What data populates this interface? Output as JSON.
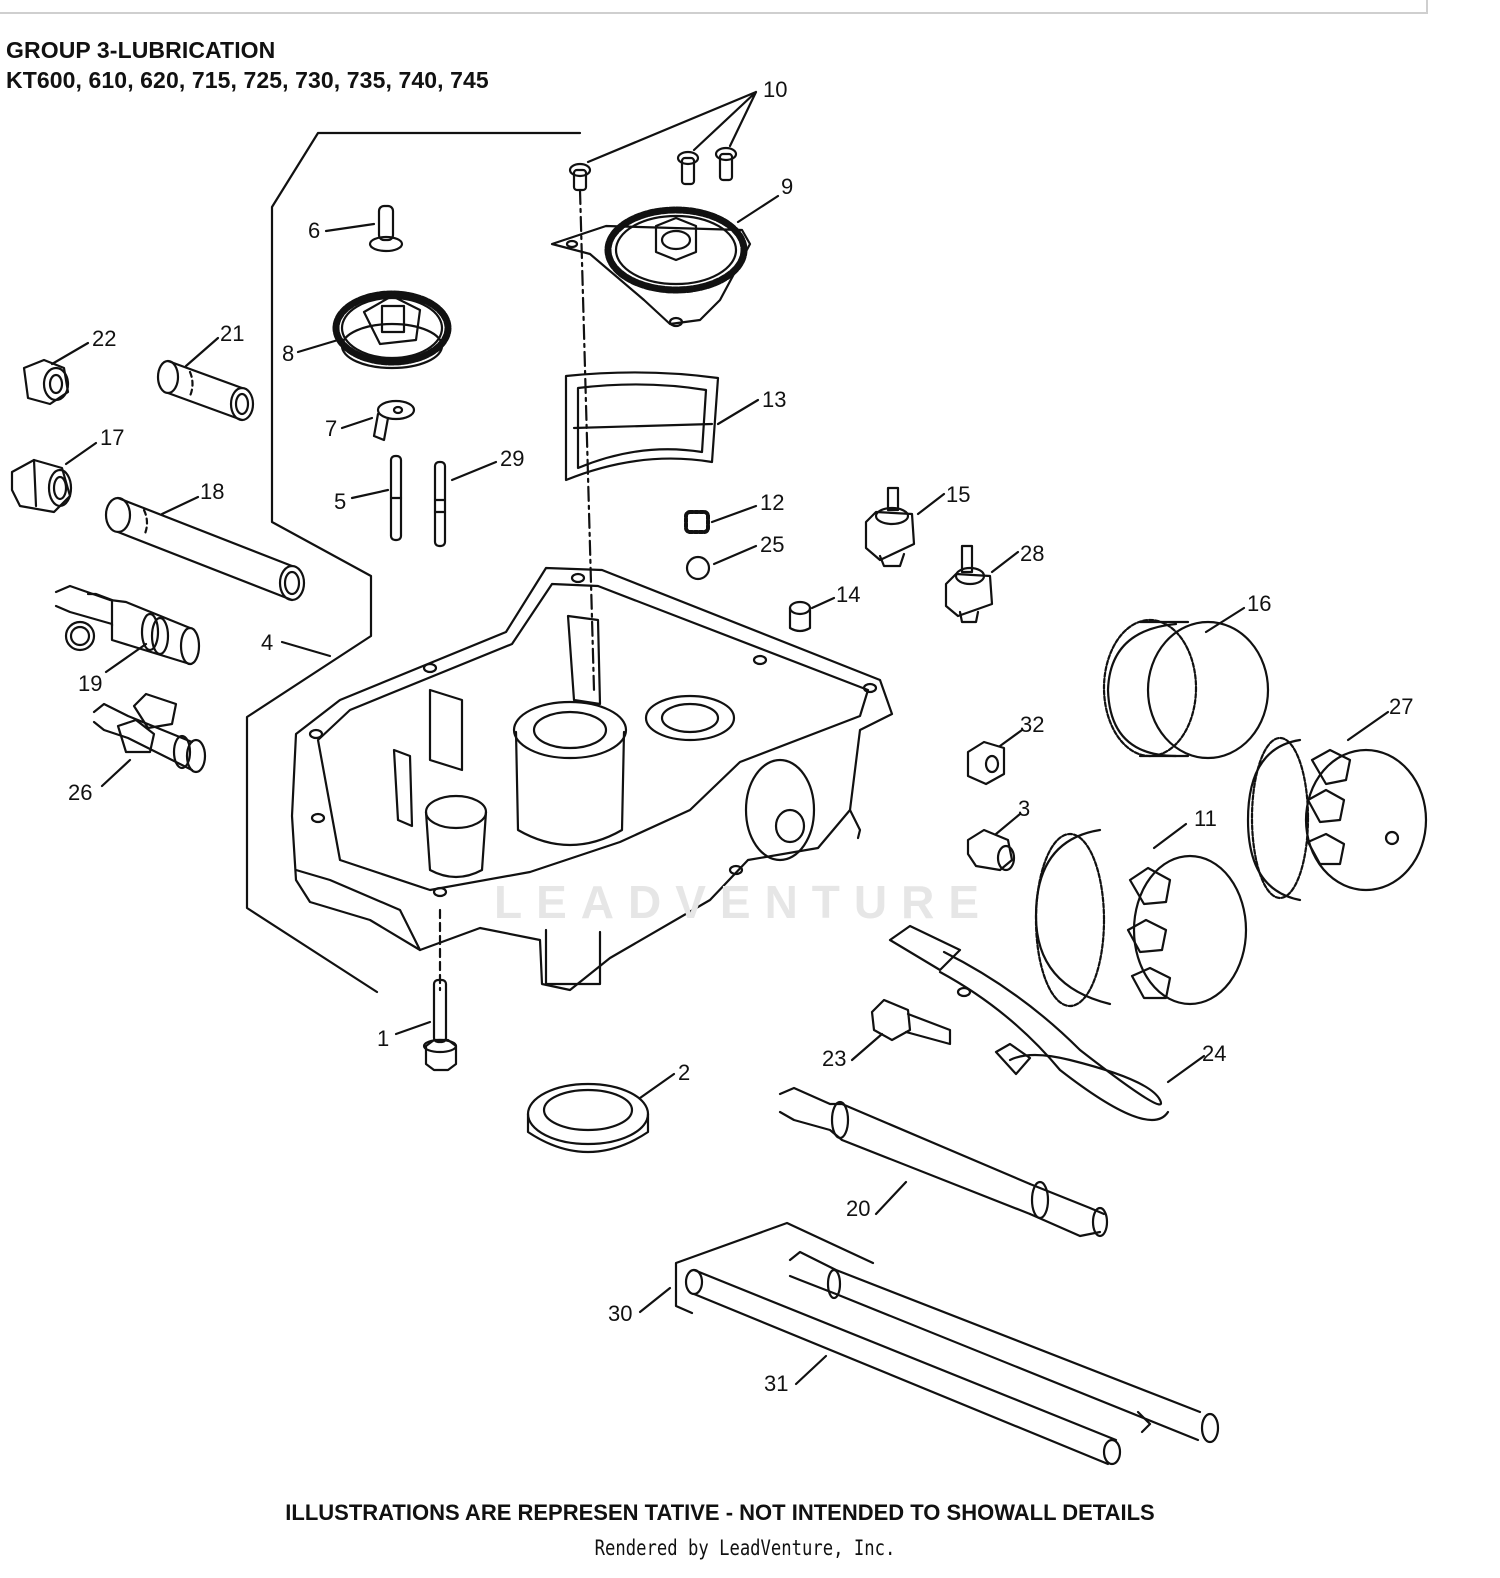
{
  "header": {
    "title": "GROUP 3-LUBRICATION",
    "models": "KT600, 610, 620, 715, 725, 730, 735, 740, 745"
  },
  "diagram": {
    "watermark": "LEADVENTURE",
    "line_color": "#111111",
    "callouts": [
      "1",
      "2",
      "3",
      "4",
      "5",
      "6",
      "7",
      "8",
      "9",
      "10",
      "11",
      "12",
      "13",
      "14",
      "15",
      "16",
      "17",
      "18",
      "19",
      "20",
      "21",
      "22",
      "23",
      "24",
      "25",
      "26",
      "27",
      "28",
      "29",
      "30",
      "31",
      "32"
    ]
  },
  "footer": {
    "note": "ILLUSTRATIONS ARE REPRESEN TATIVE - NOT INTENDED TO SHOWALL DETAILS",
    "credit": "Rendered by LeadVenture, Inc."
  }
}
